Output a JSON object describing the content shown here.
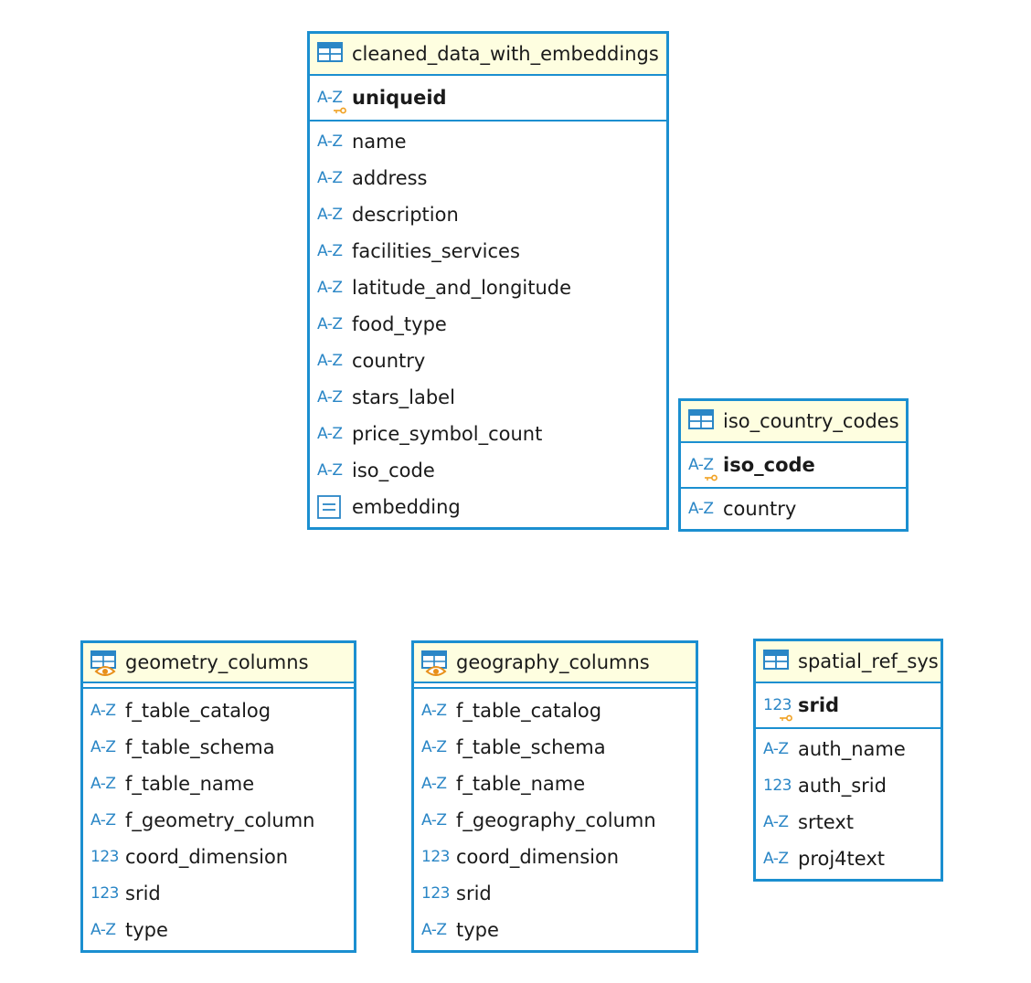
{
  "colors": {
    "border": "#1b8fd0",
    "header_bg": "#fefee0",
    "type_icon": "#2a86c6",
    "key": "#f0a020",
    "view_eye": "#e8901a"
  },
  "entities": [
    {
      "name": "cleaned_data_with_embeddings",
      "icon": "table-icon",
      "primary_keys": [
        {
          "type": "text",
          "type_label": "A-Z",
          "name": "uniqueid"
        }
      ],
      "columns": [
        {
          "type": "text",
          "type_label": "A-Z",
          "name": "name"
        },
        {
          "type": "text",
          "type_label": "A-Z",
          "name": "address"
        },
        {
          "type": "text",
          "type_label": "A-Z",
          "name": "description"
        },
        {
          "type": "text",
          "type_label": "A-Z",
          "name": "facilities_services"
        },
        {
          "type": "text",
          "type_label": "A-Z",
          "name": "latitude_and_longitude"
        },
        {
          "type": "text",
          "type_label": "A-Z",
          "name": "food_type"
        },
        {
          "type": "text",
          "type_label": "A-Z",
          "name": "country"
        },
        {
          "type": "text",
          "type_label": "A-Z",
          "name": "stars_label"
        },
        {
          "type": "text",
          "type_label": "A-Z",
          "name": "price_symbol_count"
        },
        {
          "type": "text",
          "type_label": "A-Z",
          "name": "iso_code"
        },
        {
          "type": "vector",
          "type_label": "",
          "name": "embedding"
        }
      ]
    },
    {
      "name": "iso_country_codes",
      "icon": "table-icon",
      "primary_keys": [
        {
          "type": "text",
          "type_label": "A-Z",
          "name": "iso_code"
        }
      ],
      "columns": [
        {
          "type": "text",
          "type_label": "A-Z",
          "name": "country"
        }
      ]
    },
    {
      "name": "geometry_columns",
      "icon": "view-icon",
      "primary_keys": [],
      "columns": [
        {
          "type": "text",
          "type_label": "A-Z",
          "name": "f_table_catalog"
        },
        {
          "type": "text",
          "type_label": "A-Z",
          "name": "f_table_schema"
        },
        {
          "type": "text",
          "type_label": "A-Z",
          "name": "f_table_name"
        },
        {
          "type": "text",
          "type_label": "A-Z",
          "name": "f_geometry_column"
        },
        {
          "type": "number",
          "type_label": "123",
          "name": "coord_dimension"
        },
        {
          "type": "number",
          "type_label": "123",
          "name": "srid"
        },
        {
          "type": "text",
          "type_label": "A-Z",
          "name": "type"
        }
      ]
    },
    {
      "name": "geography_columns",
      "icon": "view-icon",
      "primary_keys": [],
      "columns": [
        {
          "type": "text",
          "type_label": "A-Z",
          "name": "f_table_catalog"
        },
        {
          "type": "text",
          "type_label": "A-Z",
          "name": "f_table_schema"
        },
        {
          "type": "text",
          "type_label": "A-Z",
          "name": "f_table_name"
        },
        {
          "type": "text",
          "type_label": "A-Z",
          "name": "f_geography_column"
        },
        {
          "type": "number",
          "type_label": "123",
          "name": "coord_dimension"
        },
        {
          "type": "number",
          "type_label": "123",
          "name": "srid"
        },
        {
          "type": "text",
          "type_label": "A-Z",
          "name": "type"
        }
      ]
    },
    {
      "name": "spatial_ref_sys",
      "icon": "table-icon",
      "primary_keys": [
        {
          "type": "number",
          "type_label": "123",
          "name": "srid"
        }
      ],
      "columns": [
        {
          "type": "text",
          "type_label": "A-Z",
          "name": "auth_name"
        },
        {
          "type": "number",
          "type_label": "123",
          "name": "auth_srid"
        },
        {
          "type": "text",
          "type_label": "A-Z",
          "name": "srtext"
        },
        {
          "type": "text",
          "type_label": "A-Z",
          "name": "proj4text"
        }
      ]
    }
  ]
}
